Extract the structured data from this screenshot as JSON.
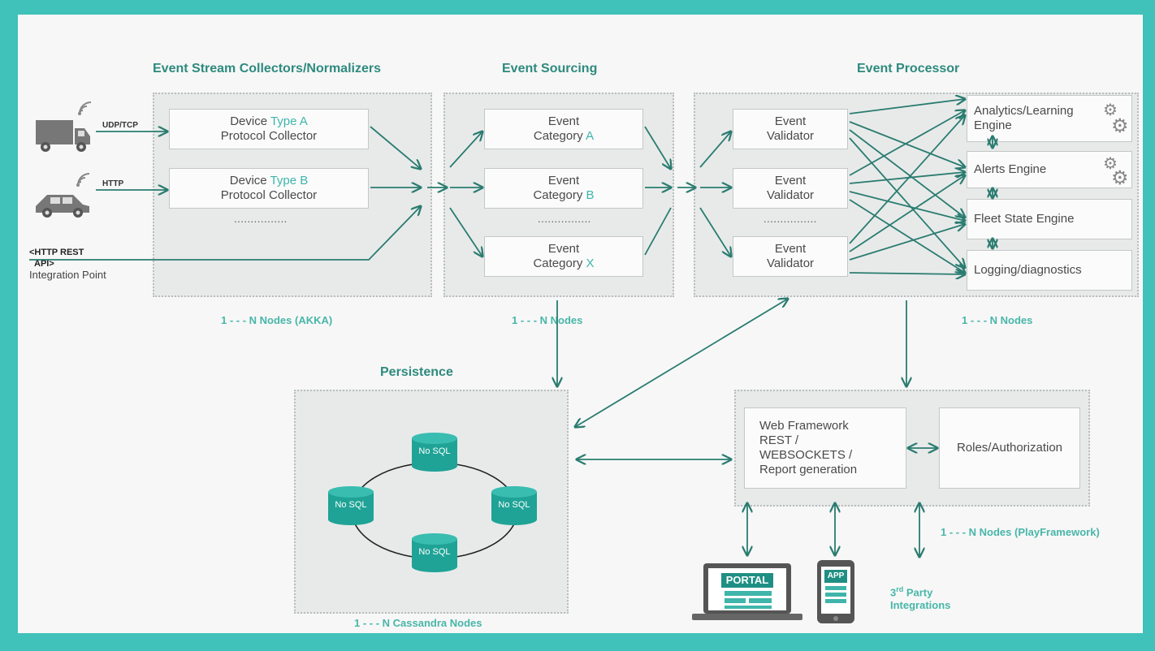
{
  "colors": {
    "frame": "#40c1ba",
    "arrow": "#2a7c70",
    "accent": "#3fb5ab",
    "title": "#2e8a7e"
  },
  "titles": {
    "collectors": "Event Stream Collectors/Normalizers",
    "sourcing": "Event Sourcing",
    "processor": "Event Processor",
    "persistence": "Persistence"
  },
  "inputs": {
    "udp_tcp": "UDP/TCP",
    "http": "HTTP",
    "rest_line1": "<HTTP REST",
    "rest_line2": "API>",
    "rest_line3": "Integration Point"
  },
  "collectors": [
    {
      "prefix": "Device ",
      "type": "Type A",
      "line2": "Protocol Collector"
    },
    {
      "prefix": "Device ",
      "type": "Type B",
      "line2": "Protocol Collector"
    }
  ],
  "sourcing": [
    {
      "line1": "Event",
      "prefix": "Category ",
      "suffix": "A"
    },
    {
      "line1": "Event",
      "prefix": "Category ",
      "suffix": "B"
    },
    {
      "line1": "Event",
      "prefix": "Category ",
      "suffix": "X"
    }
  ],
  "validators": [
    {
      "line1": "Event",
      "line2": "Validator"
    },
    {
      "line1": "Event",
      "line2": "Validator"
    },
    {
      "line1": "Event",
      "line2": "Validator"
    }
  ],
  "engines": {
    "analytics_line1": "Analytics/Learning",
    "analytics_line2": "Engine",
    "alerts": "Alerts Engine",
    "fleet": "Fleet State Engine",
    "logging": "Logging/diagnostics"
  },
  "ellipsis": "................",
  "nodes": {
    "akka": "1 - - - N Nodes (AKKA)",
    "sourcing": "1 - - - N Nodes",
    "processor": "1 - - - N Nodes",
    "cassandra": "1 - - - N Cassandra Nodes",
    "play": "1 - - - N Nodes (PlayFramework)"
  },
  "web": {
    "line1": "Web Framework",
    "line2": "REST /",
    "line3": "WEBSOCKETS /",
    "line4": "Report generation",
    "roles": "Roles/Authorization"
  },
  "nosql": [
    "No SQL",
    "No SQL",
    "No SQL",
    "No SQL"
  ],
  "clients": {
    "portal": "PORTAL",
    "app": "APP",
    "third_party_num": "3",
    "third_party_sup": "rd",
    "third_party_line1": " Party",
    "third_party_line2": "Integrations"
  },
  "icons": {
    "truck": "truck-icon",
    "car": "car-icon",
    "wifi": "wifi-signal-icon",
    "gear": "gears-icon",
    "laptop": "laptop-icon",
    "phone": "phone-icon",
    "database": "database-icon"
  }
}
